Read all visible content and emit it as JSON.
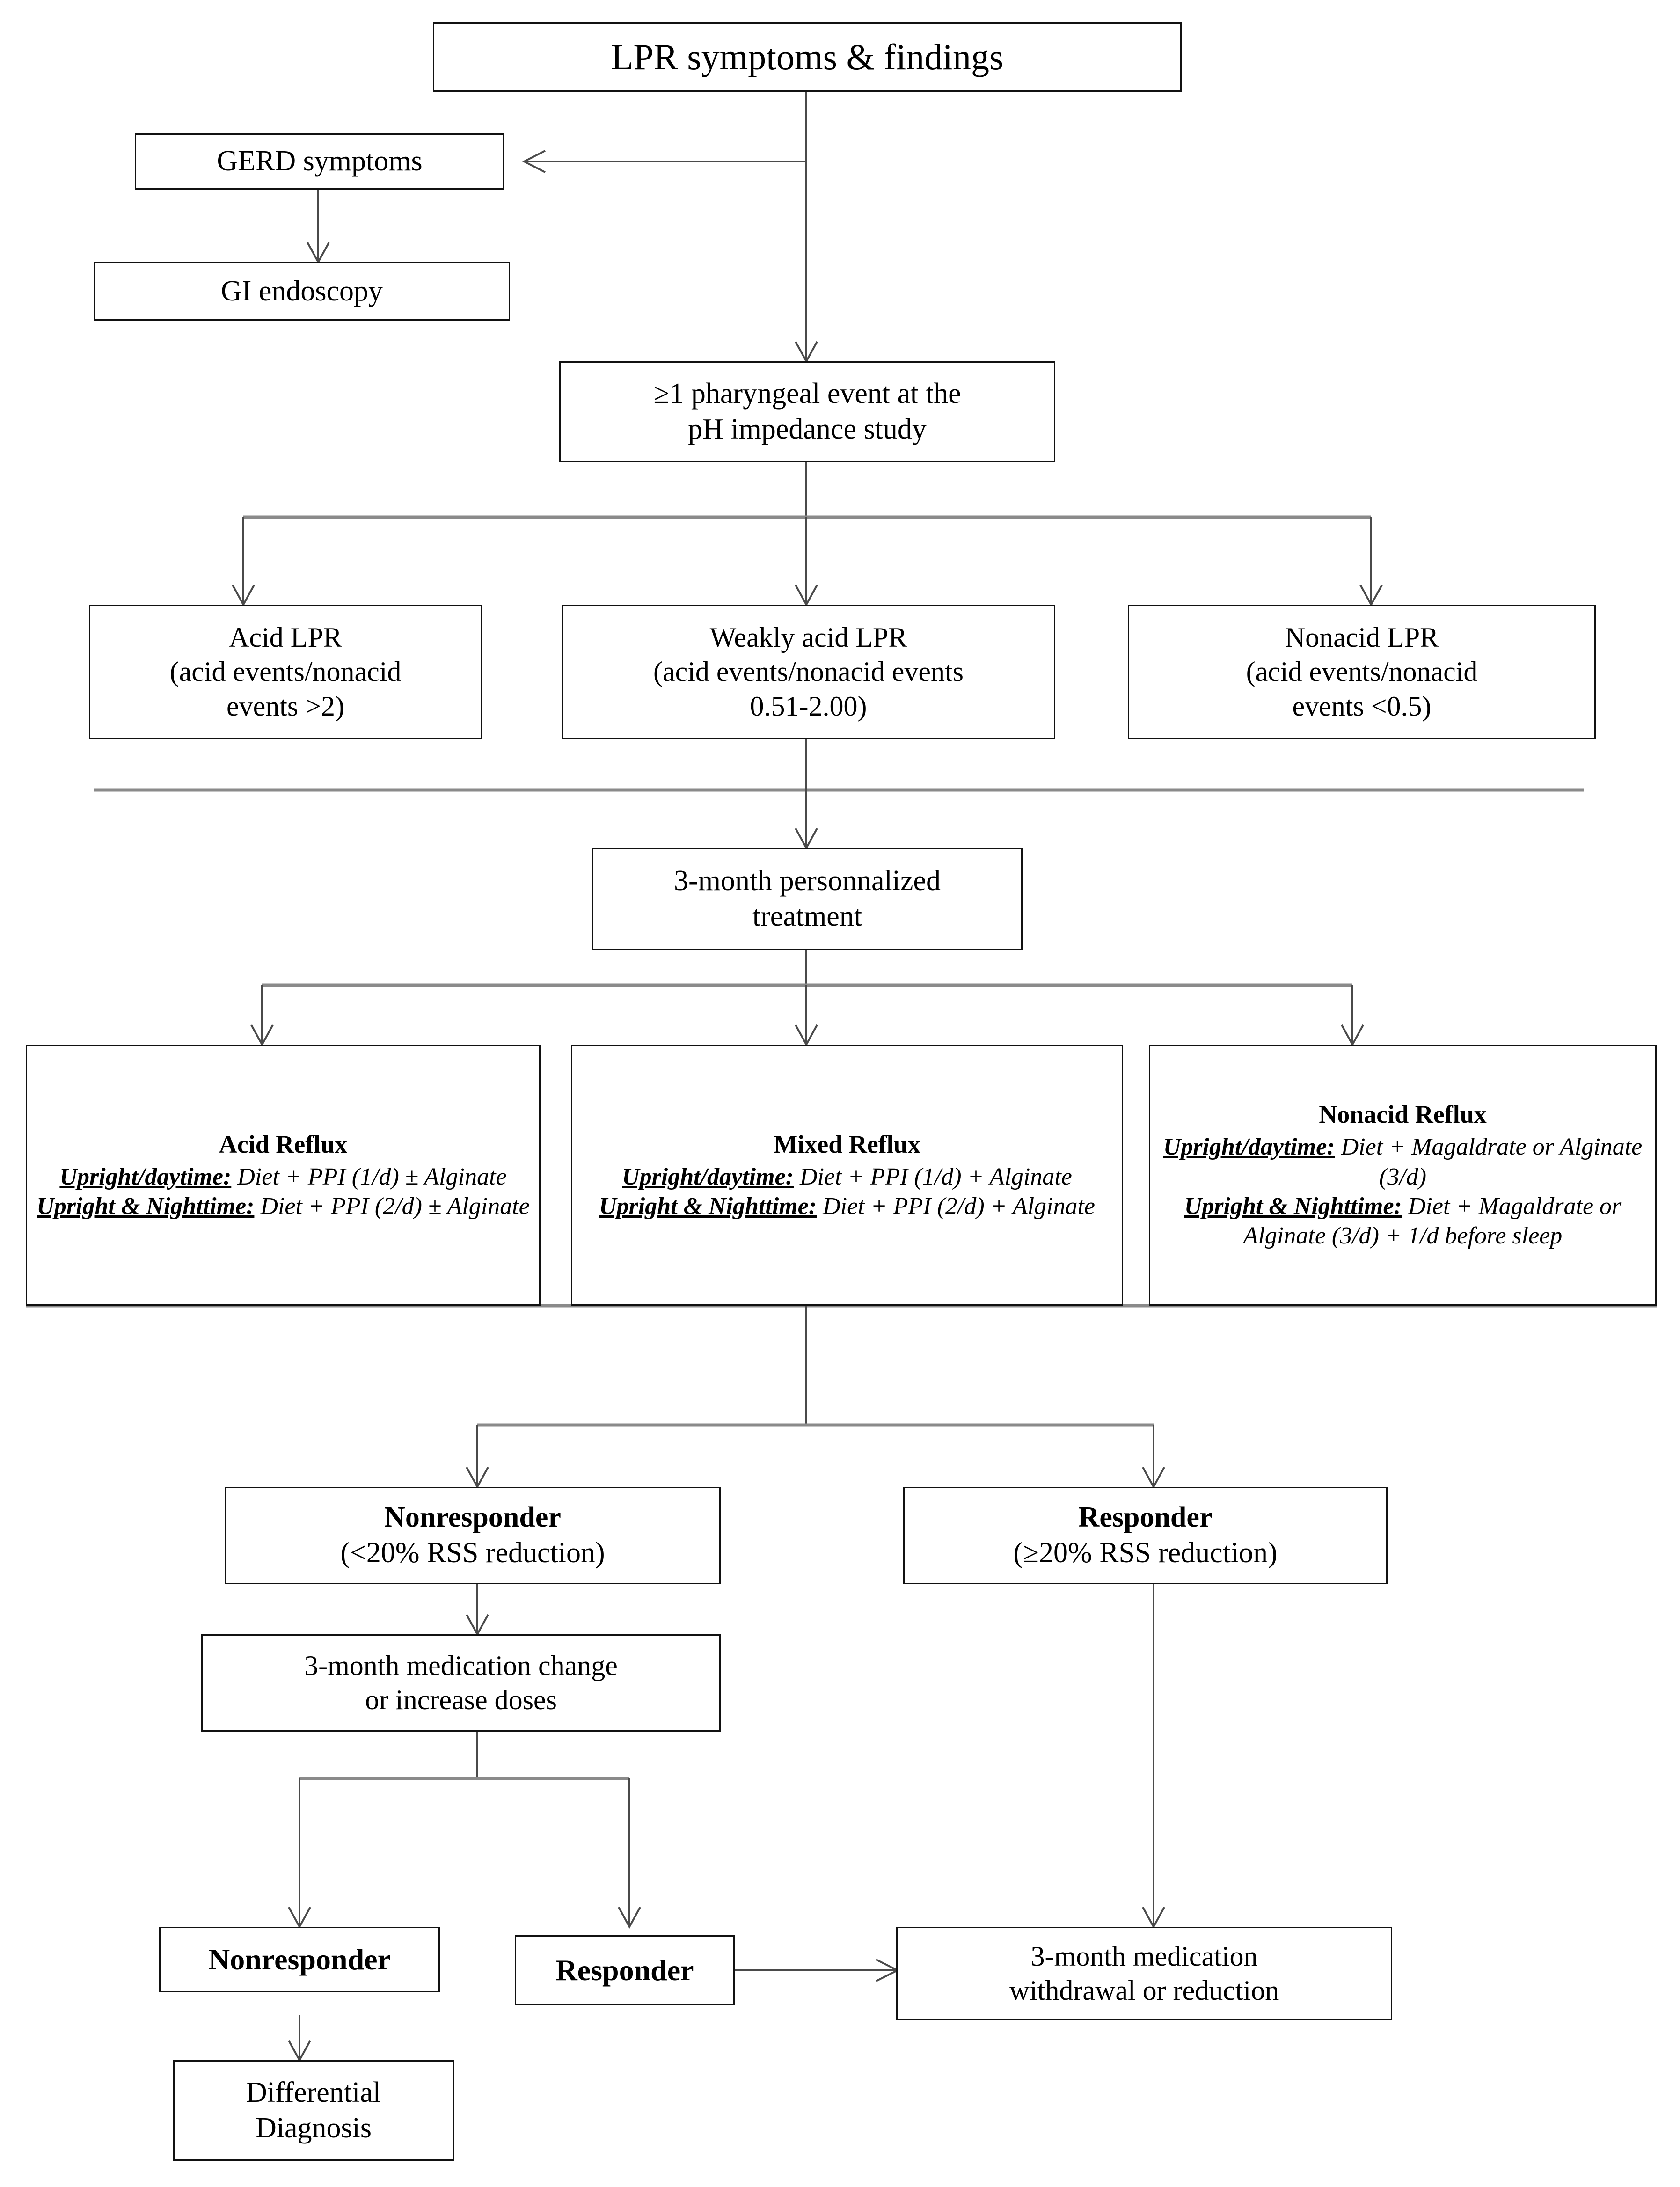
{
  "diagram": {
    "title": "LPR diagnostic and therapeutic flowchart",
    "colors": {
      "box_border": "#111111",
      "connector": "#4a4a4a",
      "rule": "#8a8a8a",
      "background": "#ffffff"
    }
  },
  "nodes": {
    "lpr_symptoms": {
      "label": "LPR symptoms & findings"
    },
    "gerd_symptoms": {
      "label": "GERD symptoms"
    },
    "gi_endoscopy": {
      "label": "GI endoscopy"
    },
    "ph_impedance": {
      "line1": "≥1 pharyngeal event at the",
      "line2": "pH impedance study"
    },
    "acid_lpr": {
      "line1": "Acid LPR",
      "line2": "(acid events/nonacid",
      "line3": "events >2)"
    },
    "weakly_acid_lpr": {
      "line1": "Weakly acid LPR",
      "line2": "(acid events/nonacid events",
      "line3": "0.51-2.00)"
    },
    "nonacid_lpr": {
      "line1": "Nonacid LPR",
      "line2": "(acid events/nonacid",
      "line3": "events <0.5)"
    },
    "personalized_treatment": {
      "line1": "3-month personnalized",
      "line2": "treatment"
    },
    "acid_reflux_rx": {
      "heading": "Acid Reflux",
      "day_label": "Upright/daytime:",
      "day_text": " Diet + PPI (1/d) ± Alginate",
      "night_label": "Upright & Nighttime:",
      "night_text": " Diet + PPI (2/d) ± Alginate"
    },
    "mixed_reflux_rx": {
      "heading": "Mixed Reflux",
      "day_label": "Upright/daytime:",
      "day_text": " Diet + PPI (1/d) + Alginate",
      "night_label": "Upright & Nighttime:",
      "night_text": " Diet + PPI (2/d) + Alginate"
    },
    "nonacid_reflux_rx": {
      "heading": "Nonacid Reflux",
      "day_label": "Upright/daytime:",
      "day_text": " Diet + Magaldrate or Alginate (3/d)",
      "night_label": "Upright & Nighttime:",
      "night_text": " Diet + Magaldrate or Alginate (3/d) + 1/d before sleep"
    },
    "nonresponder_1": {
      "heading": "Nonresponder",
      "sub": "(<20% RSS reduction)"
    },
    "responder_1": {
      "heading": "Responder",
      "sub": "(≥20% RSS reduction)"
    },
    "medication_change": {
      "line1": "3-month medication change",
      "line2": "or increase doses"
    },
    "nonresponder_2": {
      "label": "Nonresponder"
    },
    "responder_2": {
      "label": "Responder"
    },
    "medication_withdrawal": {
      "line1": "3-month medication",
      "line2": "withdrawal or reduction"
    },
    "differential_diagnosis": {
      "line1": "Differential",
      "line2": "Diagnosis"
    }
  },
  "edges": [
    {
      "from": "lpr_symptoms",
      "to": "gerd_symptoms",
      "arrow": "left"
    },
    {
      "from": "gerd_symptoms",
      "to": "gi_endoscopy",
      "arrow": "down"
    },
    {
      "from": "lpr_symptoms",
      "to": "ph_impedance",
      "arrow": "down"
    },
    {
      "from": "ph_impedance",
      "to": "acid_lpr",
      "arrow": "down"
    },
    {
      "from": "ph_impedance",
      "to": "weakly_acid_lpr",
      "arrow": "down"
    },
    {
      "from": "ph_impedance",
      "to": "nonacid_lpr",
      "arrow": "down"
    },
    {
      "from": "weakly_acid_lpr",
      "to": "personalized_treatment",
      "arrow": "down"
    },
    {
      "from": "personalized_treatment",
      "to": "acid_reflux_rx",
      "arrow": "down"
    },
    {
      "from": "personalized_treatment",
      "to": "mixed_reflux_rx",
      "arrow": "down"
    },
    {
      "from": "personalized_treatment",
      "to": "nonacid_reflux_rx",
      "arrow": "down"
    },
    {
      "from": "mixed_reflux_rx",
      "to": "nonresponder_1",
      "arrow": "down"
    },
    {
      "from": "mixed_reflux_rx",
      "to": "responder_1",
      "arrow": "down"
    },
    {
      "from": "nonresponder_1",
      "to": "medication_change",
      "arrow": "down"
    },
    {
      "from": "medication_change",
      "to": "nonresponder_2",
      "arrow": "down"
    },
    {
      "from": "medication_change",
      "to": "responder_2",
      "arrow": "down"
    },
    {
      "from": "responder_1",
      "to": "medication_withdrawal",
      "arrow": "down"
    },
    {
      "from": "responder_2",
      "to": "medication_withdrawal",
      "arrow": "right"
    },
    {
      "from": "nonresponder_2",
      "to": "differential_diagnosis",
      "arrow": "down"
    }
  ]
}
